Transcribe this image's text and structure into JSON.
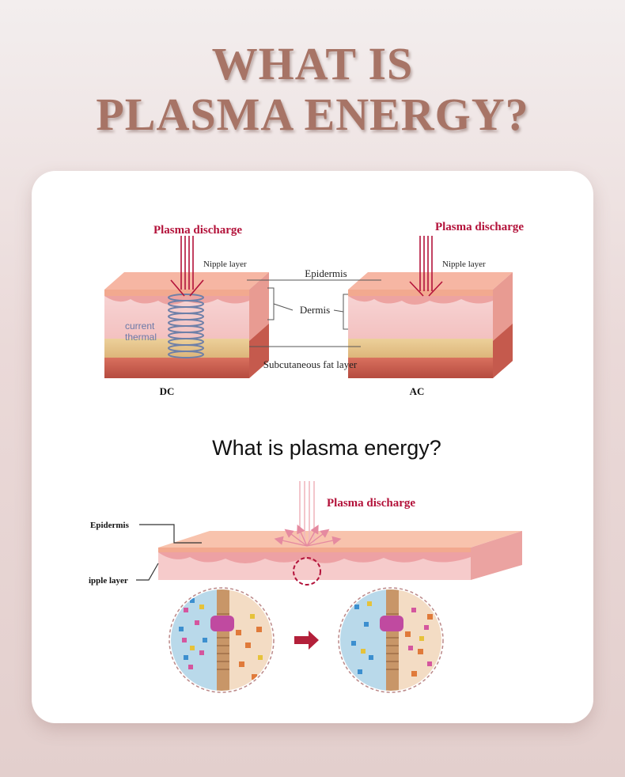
{
  "header": {
    "title_line1": "WHAT IS",
    "title_line2": "PLASMA ENERGY?"
  },
  "top_diagram": {
    "left_discharge_label": "Plasma discharge",
    "right_discharge_label": "Plasma discharge",
    "left_nipple_label": "Nipple layer",
    "right_nipple_label": "Nipple layer",
    "epidermis_label": "Epidermis",
    "dermis_label": "Dermis",
    "fat_label": "Subcutaneous fat layer",
    "current_label": "current",
    "thermal_label": "thermal",
    "dc_label": "DC",
    "ac_label": "AC"
  },
  "bottom_diagram": {
    "heading": "What is plasma energy?",
    "discharge_label": "Plasma discharge",
    "epidermis_label": "Epidermis",
    "nipple_label": "ipple layer"
  },
  "colors": {
    "title": "#a77466",
    "accent_red": "#b3123a",
    "dermis_pink": "#f6c9c8",
    "epidermis_top": "#f2a98f",
    "fat_yellow": "#e6c58e",
    "muscle_red": "#c65a4c"
  }
}
